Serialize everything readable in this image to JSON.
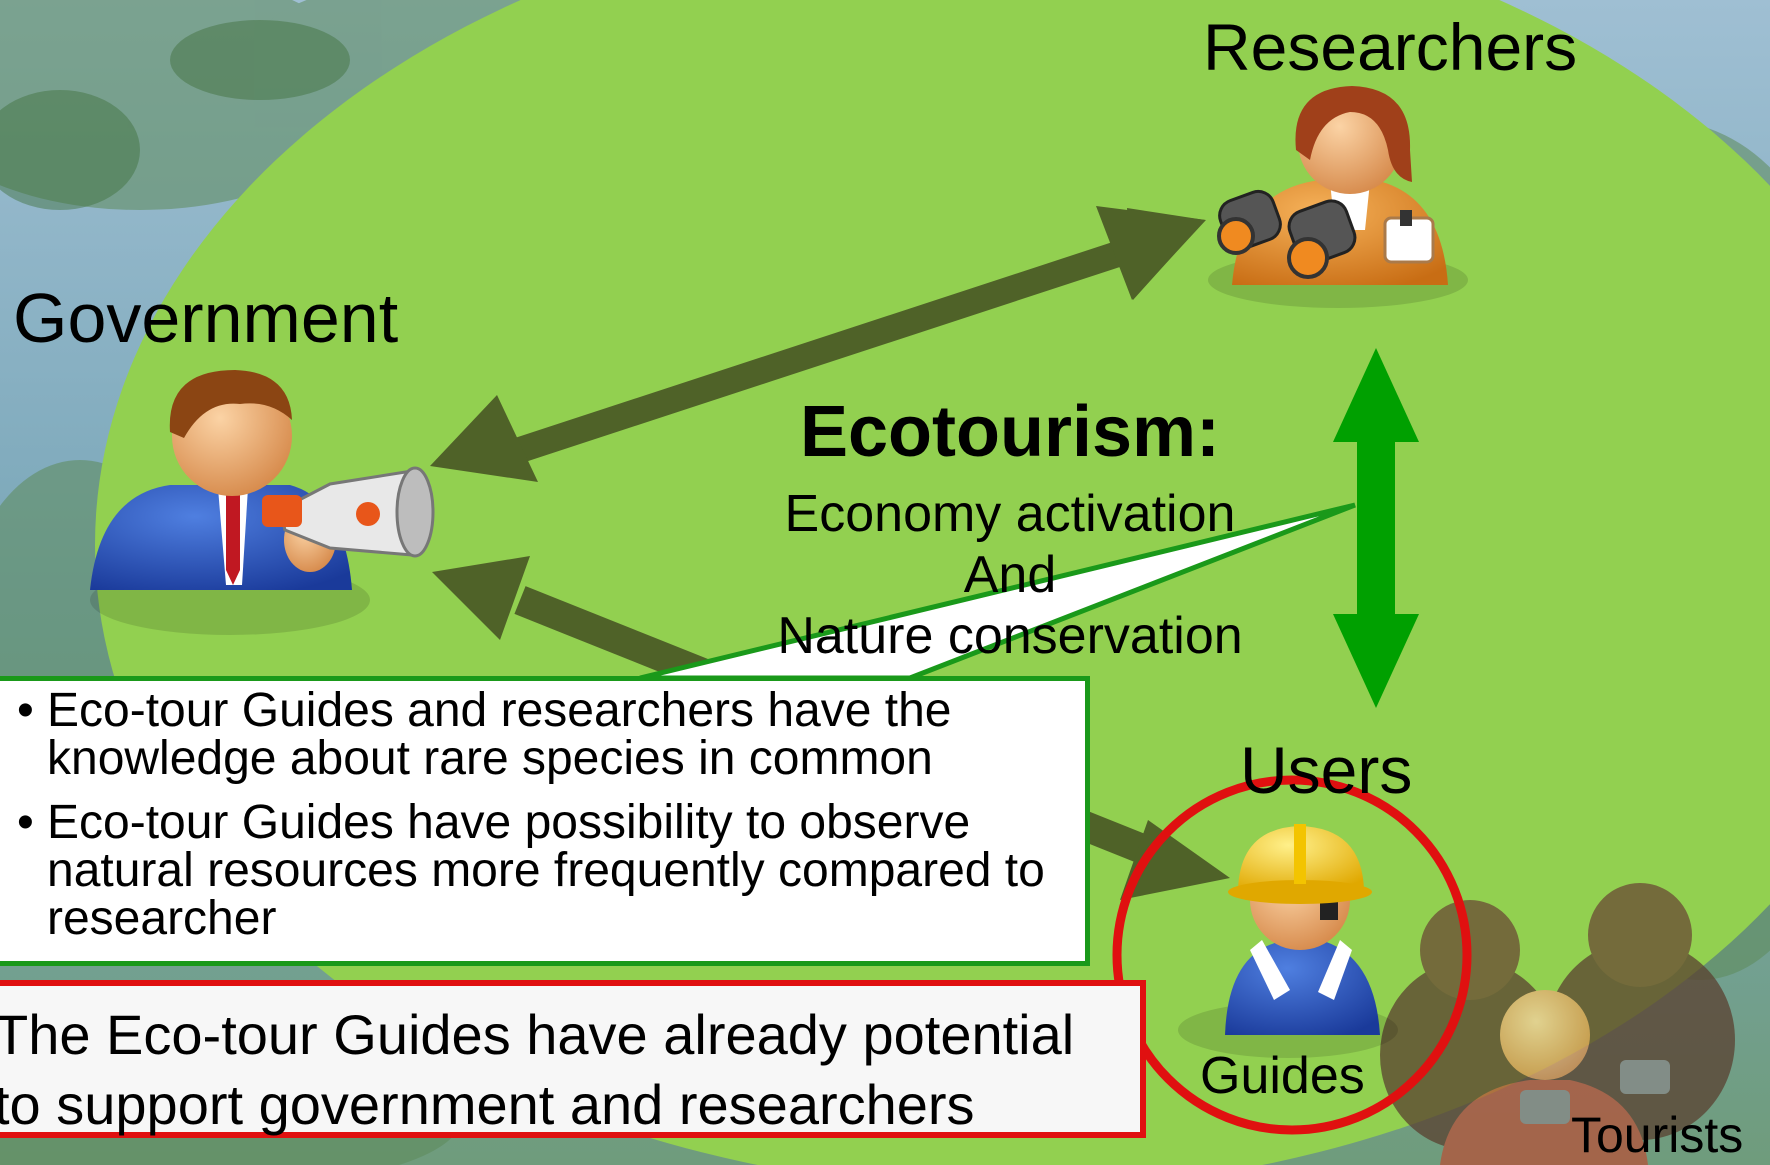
{
  "labels": {
    "researchers": "Researchers",
    "government": "Government",
    "users": "Users",
    "guides": "Guides",
    "tourists": "Tourists"
  },
  "ecotourism": {
    "title": "Ecotourism:",
    "line1": "Economy activation",
    "line2": "And",
    "line3": "Nature conservation"
  },
  "callout_bullets": [
    "Eco-tour Guides and researchers have the knowledge about rare species in common",
    "Eco-tour Guides have possibility to observe natural resources more frequently compared to researcher"
  ],
  "conclusion": {
    "line1": "The Eco-tour Guides have already potential",
    "line2": "to support government and researchers"
  },
  "colors": {
    "ellipse": "#92d050",
    "dark_arrow": "#4f6228",
    "green_arrow": "#00a000",
    "callout_border": "#1a991a",
    "highlight_red": "#e01010",
    "background_sky": "#8fb3cc"
  },
  "icons": [
    "government-official-megaphone-icon",
    "researcher-binoculars-icon",
    "guide-hardhat-icon",
    "tourists-camera-icon"
  ]
}
